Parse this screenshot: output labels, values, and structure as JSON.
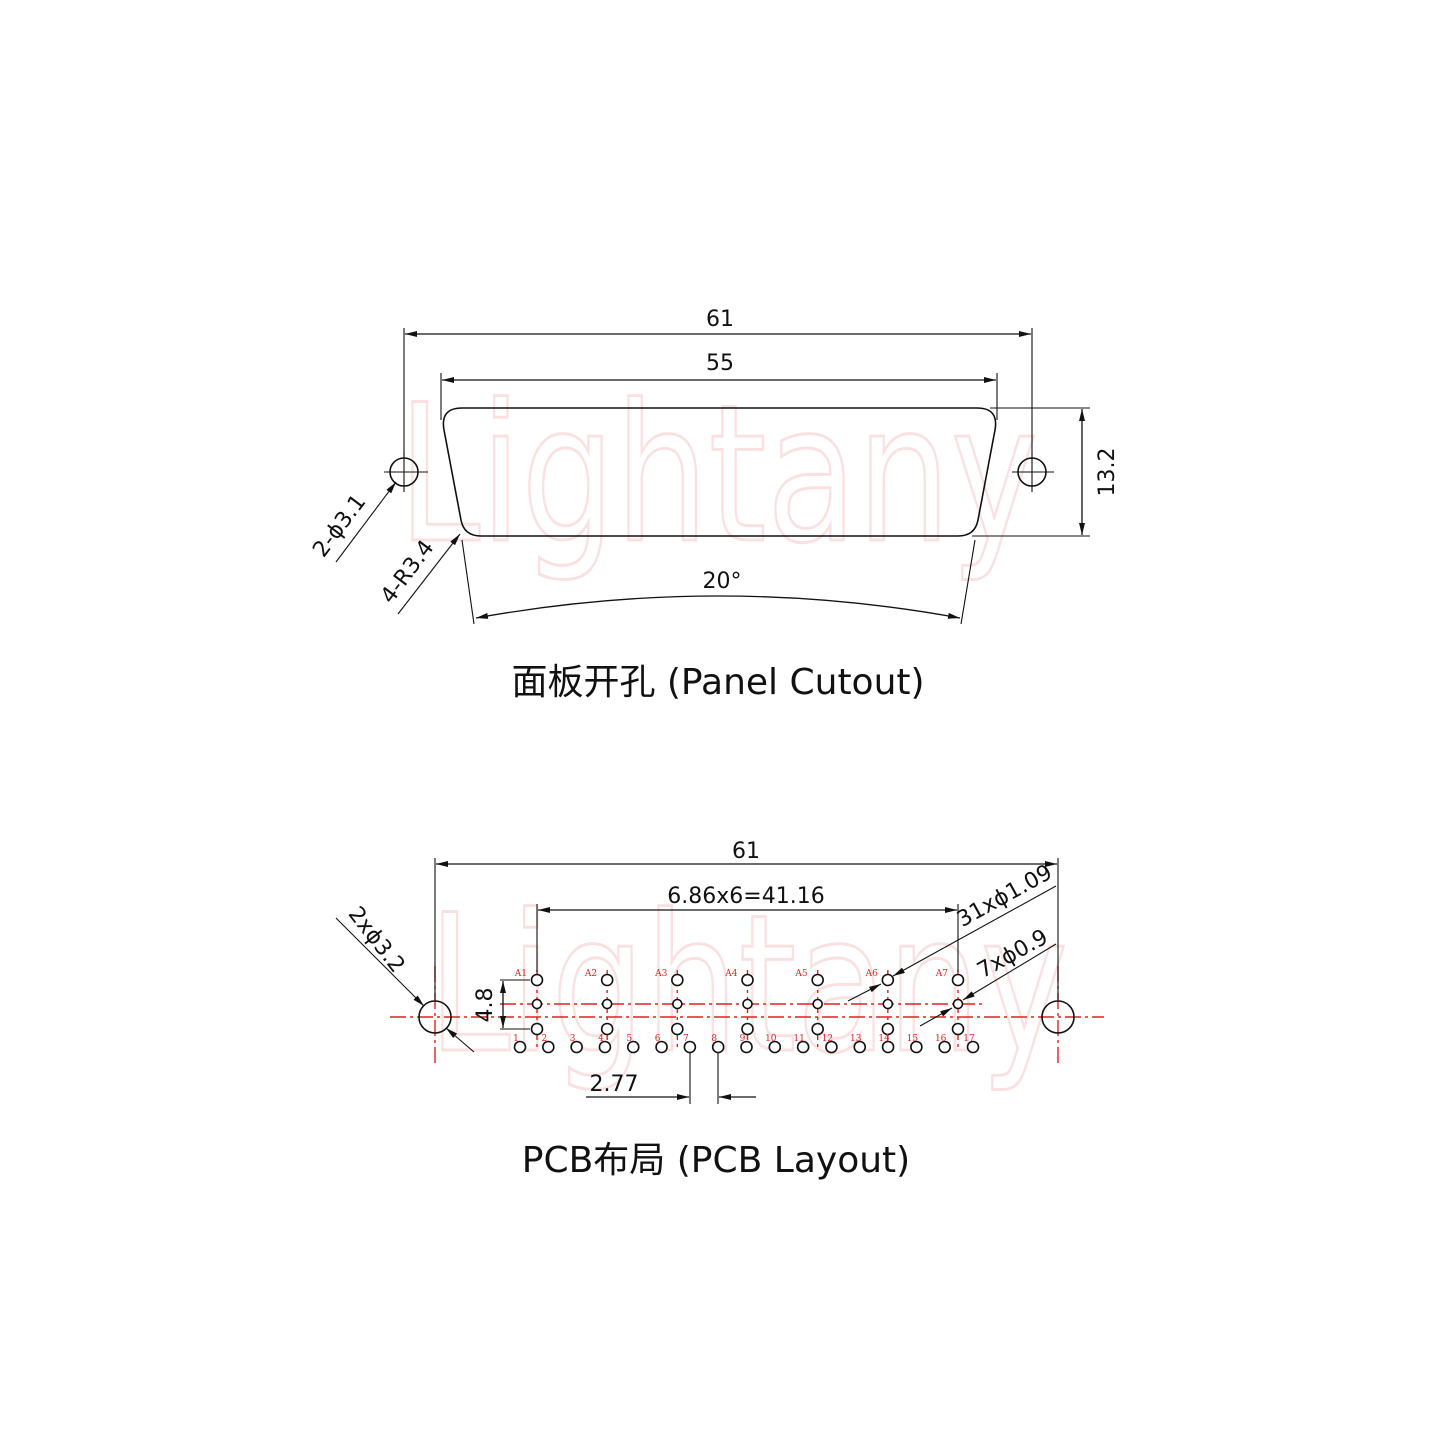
{
  "watermark": "Lightany",
  "panel_cutout": {
    "caption": "面板开孔 (Panel Cutout)",
    "dim_overall_width": "61",
    "dim_shell_width": "55",
    "dim_height": "13.2",
    "dim_angle": "20°",
    "dim_mount_holes": "2-ϕ3.1",
    "dim_corner_radius": "4-R3.4"
  },
  "pcb_layout": {
    "caption": "PCB布局 (PCB Layout)",
    "dim_overall_width": "61",
    "dim_contact_pitch": "6.86x6=41.16",
    "dim_mount_holes": "2xϕ3.2",
    "dim_signal_holes": "31xϕ1.09",
    "dim_contact_holes": "7xϕ0.9",
    "dim_row_height": "4.8",
    "dim_signal_pitch": "2.77",
    "contact_labels": [
      "A1",
      "A2",
      "A3",
      "A4",
      "A5",
      "A6",
      "A7"
    ],
    "pin_labels": [
      "1",
      "2",
      "3",
      "4",
      "5",
      "6",
      "7",
      "8",
      "9",
      "10",
      "11",
      "12",
      "13",
      "14",
      "15",
      "16",
      "17"
    ]
  }
}
